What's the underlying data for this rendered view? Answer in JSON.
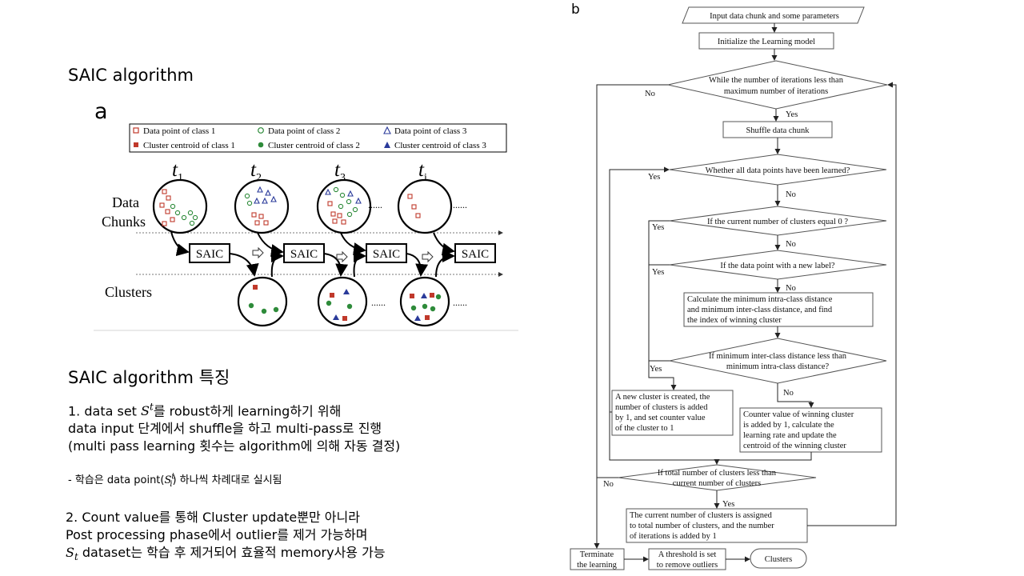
{
  "heading": "SAIC algorithm",
  "panel_a": {
    "label": "a",
    "legend": {
      "data_point_class1": "Data point of class 1",
      "data_point_class2": "Data point of class 2",
      "data_point_class3": "Data point of class 3",
      "centroid_class1": "Cluster centroid of class 1",
      "centroid_class2": "Cluster centroid of class 2",
      "centroid_class3": "Cluster centroid of class 3"
    },
    "time_labels": [
      "t",
      "t",
      "t",
      "t"
    ],
    "time_subscripts": [
      "1",
      "2",
      "3",
      "i"
    ],
    "row_label_data_1": "Data",
    "row_label_data_2": "Chunks",
    "row_label_clusters": "Clusters",
    "saic_box": "SAIC",
    "ellipsis": "......"
  },
  "panel_b": {
    "label": "b",
    "nodes": {
      "input": "Input data chunk and some parameters",
      "init": "Initialize the Learning model",
      "while_1": "While the number of iterations less than",
      "while_2": "maximum number of iterations",
      "shuffle": "Shuffle data chunk",
      "learned": "Whether all data points have been learned?",
      "clusters_zero": "If the current number of clusters equal 0 ?",
      "new_label": "If the data point with a new label?",
      "calc_1": "Calculate the minimum intra-class distance",
      "calc_2": "and minimum inter-class distance, and find",
      "calc_3": "the index of winning cluster",
      "compare_1": "If minimum inter-class distance less than",
      "compare_2": "minimum intra-class distance?",
      "newcluster_1": "A new cluster is created, the",
      "newcluster_2": "number of clusters is added",
      "newcluster_3": "by 1, and set counter value",
      "newcluster_4": "of the cluster to 1",
      "counter_1": "Counter value of winning cluster",
      "counter_2": "is added by 1,  calculate the",
      "counter_3": "learning rate and update the",
      "counter_4": "centroid of the winning cluster",
      "total_1": "If total number of clusters less than",
      "total_2": "current number of clusters",
      "assign_1": "The current number of clusters is assigned",
      "assign_2": "to total number of clusters, and the number",
      "assign_3": "of iterations is added by 1",
      "terminate_1": "Terminate",
      "terminate_2": "the learning",
      "threshold_1": "A threshold is set",
      "threshold_2": "to remove outliers",
      "clusters": "Clusters"
    },
    "yes": "Yes",
    "no": "No"
  },
  "features": {
    "title": "SAIC algorithm 특징",
    "p1_l1_a": "1. data set ",
    "p1_l1_b": "를 robust하게 learning하기 위해",
    "p1_l2": "data input 단계에서 shuffle을 하고 multi-pass로 진행",
    "p1_l3": "(multi pass learning 횟수는 algorithm에 의해 자동 결정)",
    "note_a": "- 학습은 data point(",
    "note_b": ") 하나씩 차례대로 실시됨",
    "p2_l1": "2. Count value를 통해 Cluster update뿐만 아니라",
    "p2_l2": "Post processing phase에서 outlier를 제거 가능하며",
    "p2_l3_b": " dataset는 학습 후 제거되어 효율적 memory사용 가능",
    "sym_S": "S",
    "sym_t": "t",
    "sym_i": "i"
  },
  "colors": {
    "class1": "#c0392b",
    "class2": "#2e8b3a",
    "class3": "#2a3a9a",
    "line": "#555555"
  }
}
